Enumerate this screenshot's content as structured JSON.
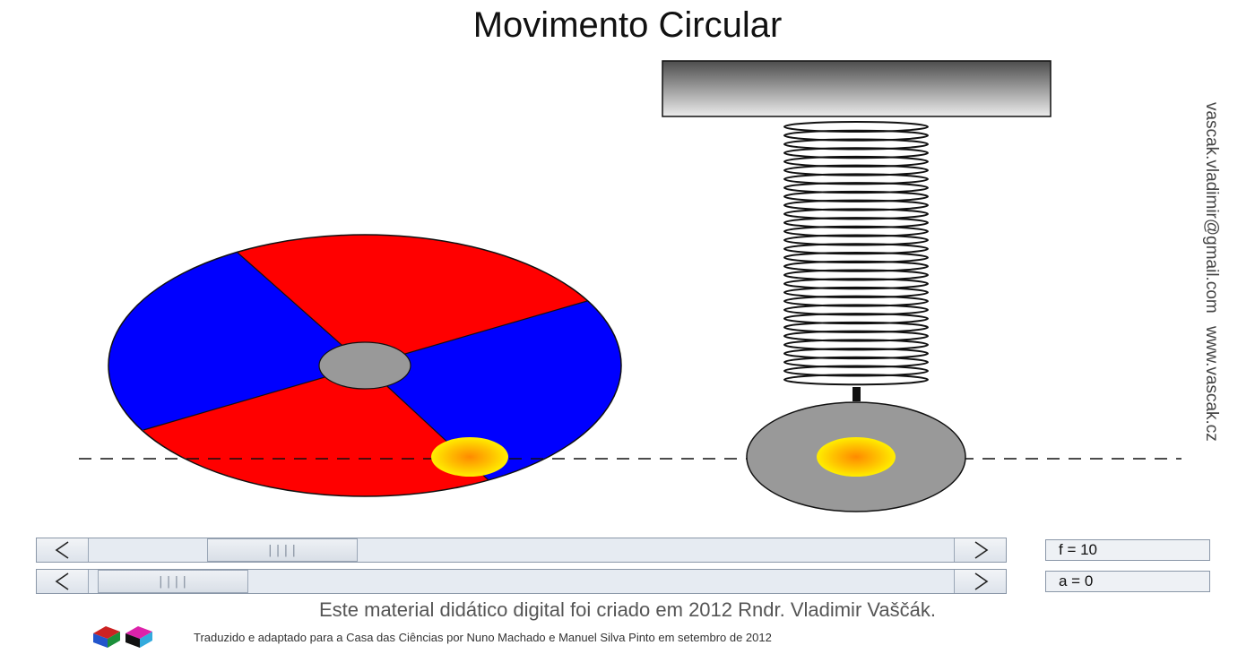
{
  "title": "Movimento Circular",
  "side_text": {
    "email": "vascak.vladimir@gmail.com",
    "website": "www.vascak.cz"
  },
  "controls": {
    "frequency": {
      "label": "f = 10",
      "slider_fraction": 0.165
    },
    "amplitude": {
      "label": "a = 0",
      "slider_fraction": 0.0
    }
  },
  "footer": {
    "credit": "Este material didático digital foi criado em 2012 Rndr. Vladimir Vaščák.",
    "translation": "Traduzido e adaptado para a Casa das Ciências por Nuno Machado e Manuel Silva Pinto em setembro de 2012"
  },
  "colors": {
    "disk_red": "#ff0000",
    "disk_blue": "#0000ff",
    "hub_gray": "#999999",
    "ball_center": "#ff9900",
    "ball_edge": "#ffee00",
    "spring_block_dark": "#4d4d4d",
    "spring_block_light": "#ededed"
  },
  "icons": {
    "scroll_left": "chevron-left-icon",
    "scroll_right": "chevron-right-icon",
    "logo": "casa-das-ciencias-logo"
  }
}
